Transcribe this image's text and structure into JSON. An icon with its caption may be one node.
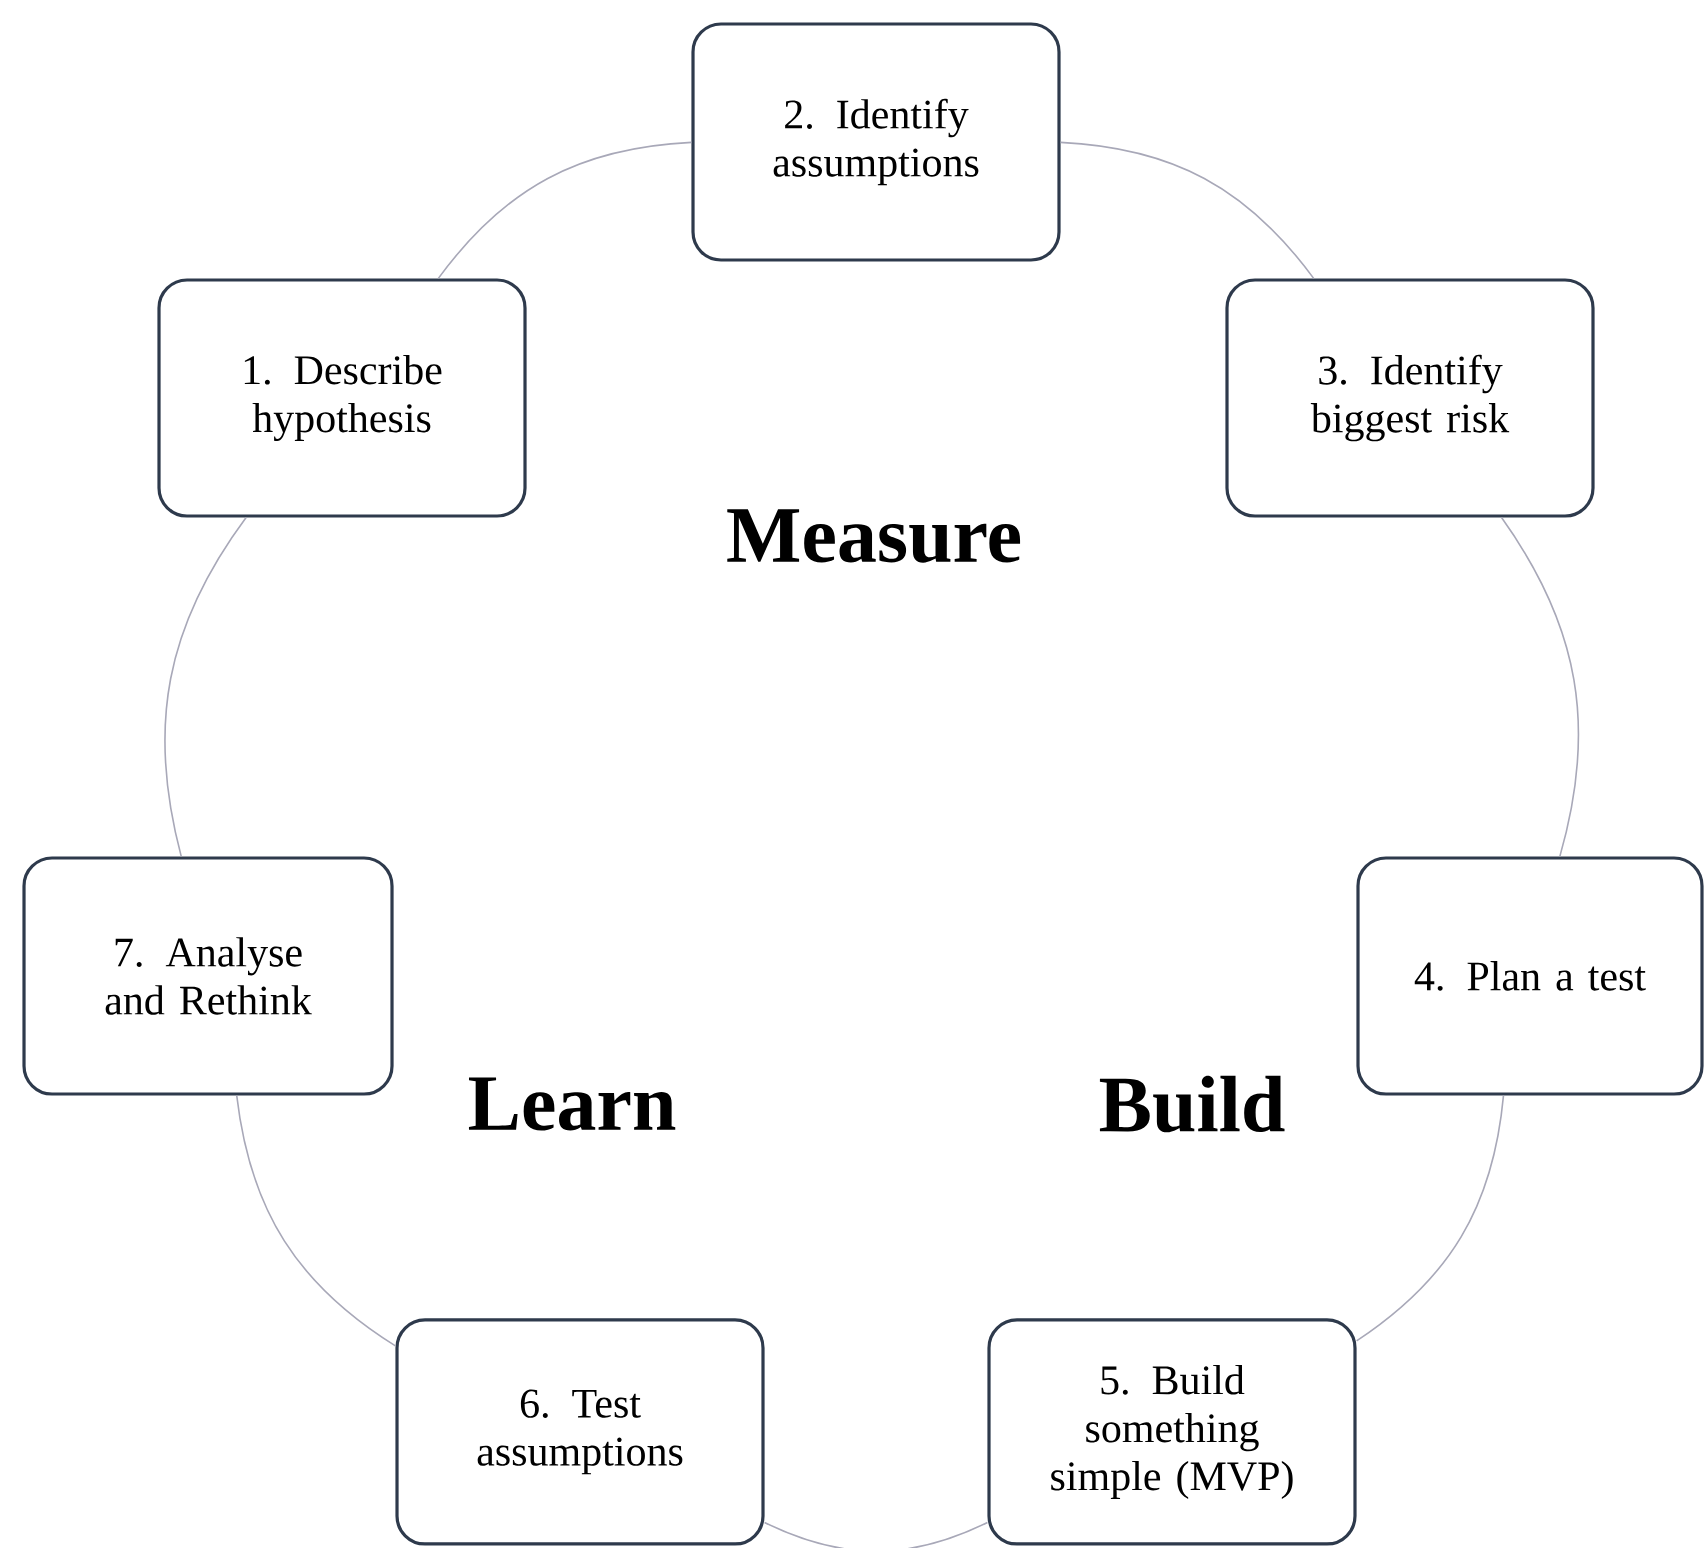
{
  "diagram": {
    "nodes": [
      {
        "text": [
          "1. Describe hypothesis"
        ]
      },
      {
        "text": [
          "2. Identify assumptions"
        ]
      },
      {
        "text": [
          "3. Identify biggest risk"
        ]
      },
      {
        "text": [
          "4. Plan a test"
        ]
      },
      {
        "text": [
          "5. Build something simple (MVP)"
        ]
      },
      {
        "text": [
          "6. Test assumptions"
        ]
      },
      {
        "text": [
          "7. Analyse and Rethink"
        ]
      }
    ],
    "edges": [
      {
        "from": 0,
        "to": 1,
        "arrow": "none"
      },
      {
        "from": 1,
        "to": 2,
        "arrow": "none"
      },
      {
        "from": 2,
        "to": 3,
        "arrow": "none"
      },
      {
        "from": 3,
        "to": 4,
        "arrow": "none"
      },
      {
        "from": 4,
        "to": 5,
        "arrow": "none"
      },
      {
        "from": 5,
        "to": 6,
        "arrow": "none"
      },
      {
        "from": 6,
        "to": 0,
        "arrow": "none"
      }
    ],
    "labels": [
      "Measure",
      "Learn",
      "Build"
    ]
  }
}
